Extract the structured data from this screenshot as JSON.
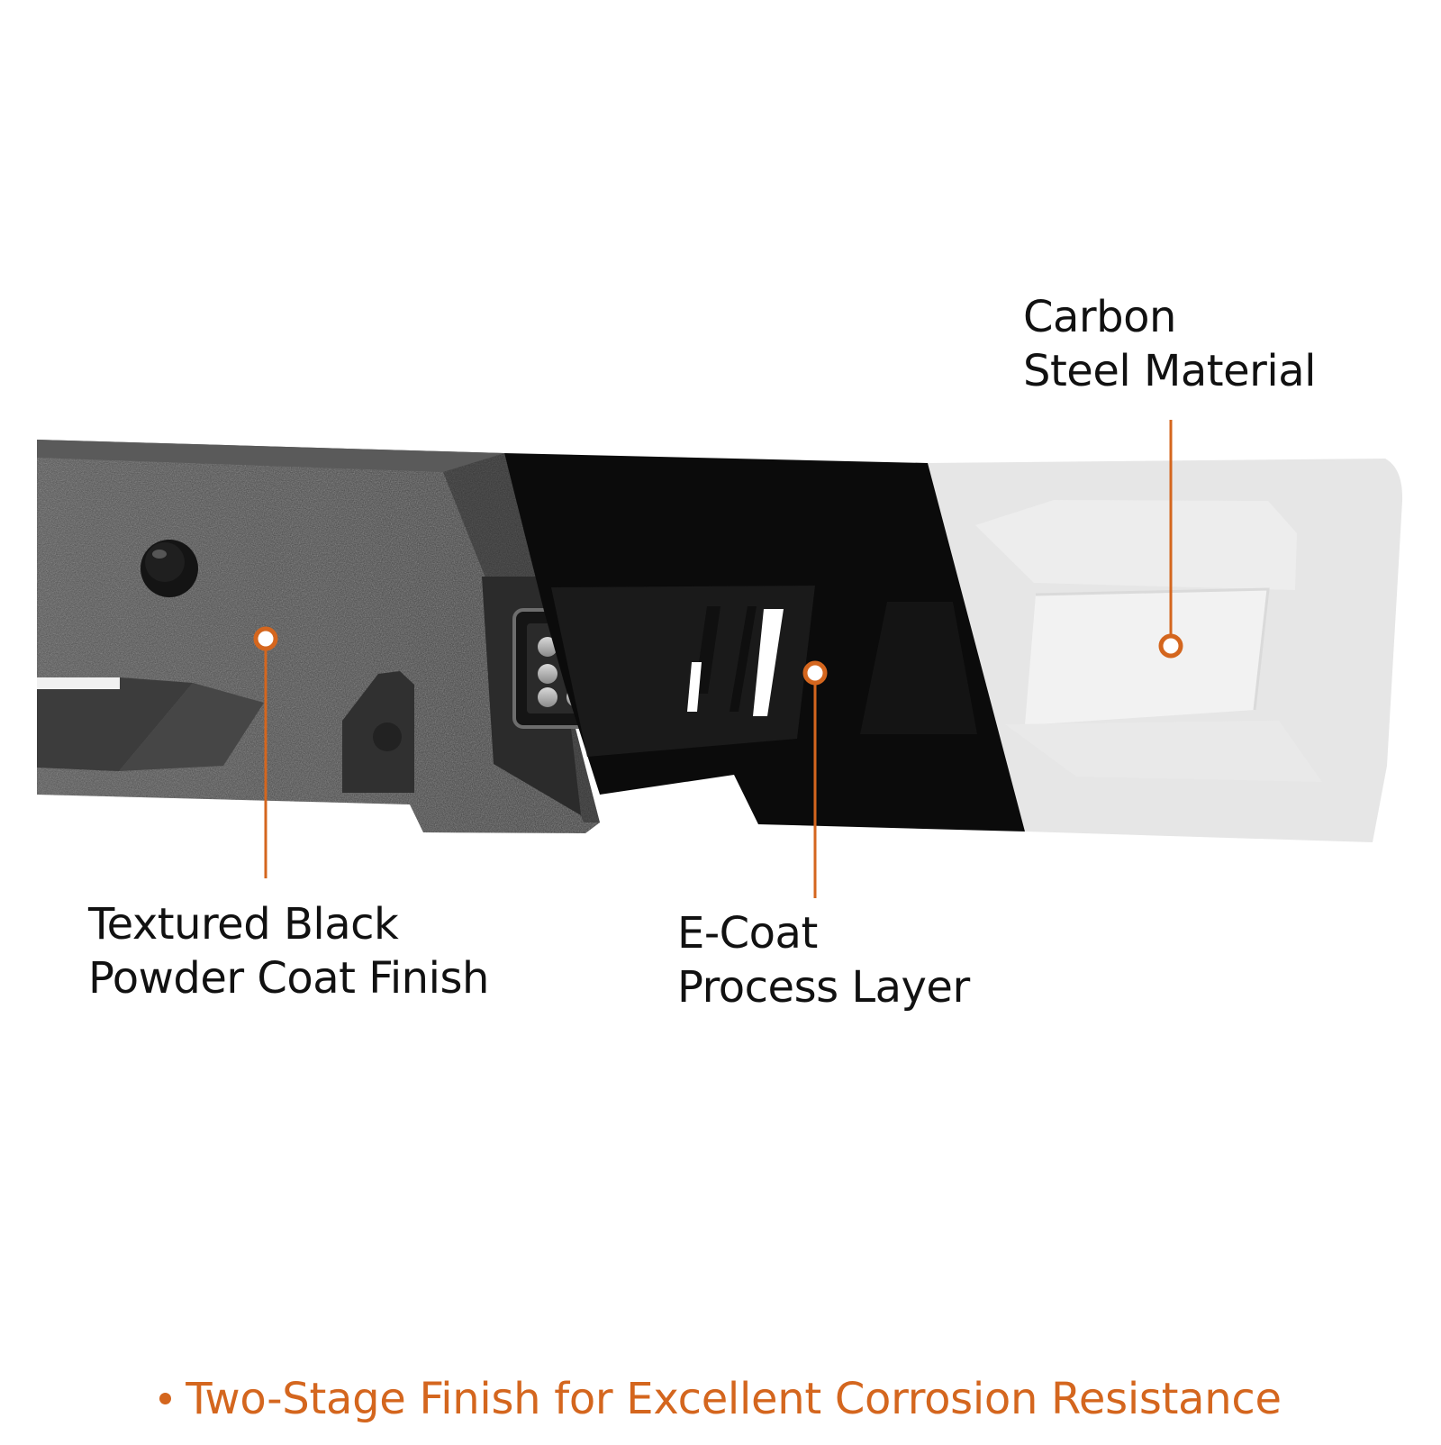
{
  "colors": {
    "accent": "#d4661e",
    "powder_coat": "#3f3f3f",
    "ecoat": "#0b0b0b",
    "carbon_steel": "#e6e6e6",
    "text": "#111111"
  },
  "icons": {
    "marker": "hollow-circle-icon",
    "bullet": "filled-circle-icon"
  },
  "callouts": {
    "carbon_steel": {
      "line1": "Carbon",
      "line2": "Steel Material"
    },
    "powder_coat": {
      "line1": "Textured Black",
      "line2": "Powder Coat Finish"
    },
    "ecoat": {
      "line1": "E-Coat",
      "line2": "Process Layer"
    }
  },
  "footer": {
    "text": "Two-Stage Finish for Excellent Corrosion Resistance"
  }
}
